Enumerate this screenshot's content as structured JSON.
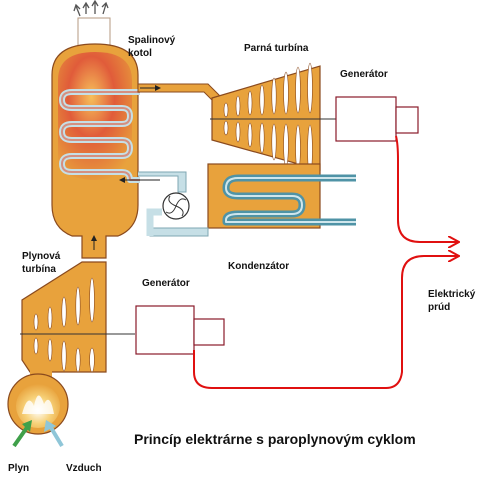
{
  "labels": {
    "boiler_line1": "Spalinový",
    "boiler_line2": "kotol",
    "steam_turbine": "Parná turbína",
    "generator_top": "Generátor",
    "gas_turbine_line1": "Plynová",
    "gas_turbine_line2": "turbína",
    "generator_bottom": "Generátor",
    "condenser": "Kondenzátor",
    "current_line1": "Elektrický",
    "current_line2": "prúd",
    "gas": "Plyn",
    "air": "Vzduch"
  },
  "caption": "Princíp elektrárne s paroplynovým cyklom",
  "colors": {
    "flue_gas": "#e8a23c",
    "hot_zone": "#e0583a",
    "steam_pipe": "#c6dfe6",
    "condenser_coil": "#4f93a6",
    "wire": "#e01010",
    "gas_arrow": "#3fa04a",
    "air_arrow": "#8fc6d8",
    "outline": "#6b3a1a"
  }
}
